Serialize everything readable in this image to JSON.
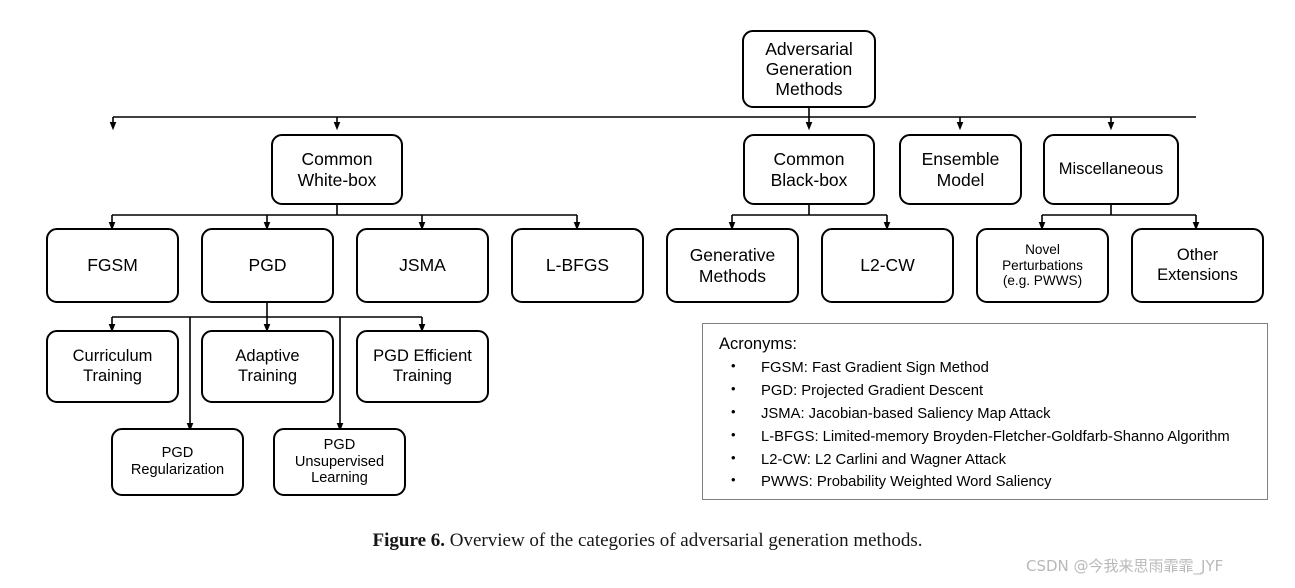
{
  "diagram": {
    "root": {
      "label": "Adversarial\nGeneration\nMethods"
    },
    "level2": [
      {
        "label": "Common\nWhite-box"
      },
      {
        "label": "Common\nBlack-box"
      },
      {
        "label": "Ensemble\nModel"
      },
      {
        "label": "Miscellaneous"
      }
    ],
    "level3_whitebox": [
      {
        "label": "FGSM"
      },
      {
        "label": "PGD"
      },
      {
        "label": "JSMA"
      },
      {
        "label": "L-BFGS"
      }
    ],
    "level3_blackbox": [
      {
        "label": "Generative\nMethods"
      },
      {
        "label": "L2-CW"
      }
    ],
    "level3_misc": [
      {
        "label": "Novel\nPerturbations\n(e.g. PWWS)"
      },
      {
        "label": "Other\nExtensions"
      }
    ],
    "level4_pgd": [
      {
        "label": "Curriculum\nTraining"
      },
      {
        "label": "Adaptive\nTraining"
      },
      {
        "label": "PGD Efficient\nTraining"
      }
    ],
    "level5_pgd": [
      {
        "label": "PGD\nRegularization"
      },
      {
        "label": "PGD\nUnsupervised\nLearning"
      }
    ]
  },
  "legend": {
    "title": "Acronyms:",
    "items": [
      "FGSM: Fast Gradient Sign Method",
      "PGD: Projected Gradient Descent",
      "JSMA: Jacobian-based Saliency Map Attack",
      "L-BFGS: Limited-memory Broyden-Fletcher-Goldfarb-Shanno Algorithm",
      "L2-CW: L2 Carlini  and Wagner  Attack",
      "PWWS: Probability  Weighted Word Saliency"
    ]
  },
  "caption": {
    "figure_label": "Figure 6.",
    "text": " Overview of the categories of adversarial generation methods."
  },
  "watermark": {
    "text": "CSDN @今我来思雨霏霏_JYF"
  },
  "colors": {
    "node_border": "#000000",
    "legend_border": "#808080",
    "edge": "#000000",
    "background": "#ffffff",
    "watermark": "#b9b9b9"
  }
}
